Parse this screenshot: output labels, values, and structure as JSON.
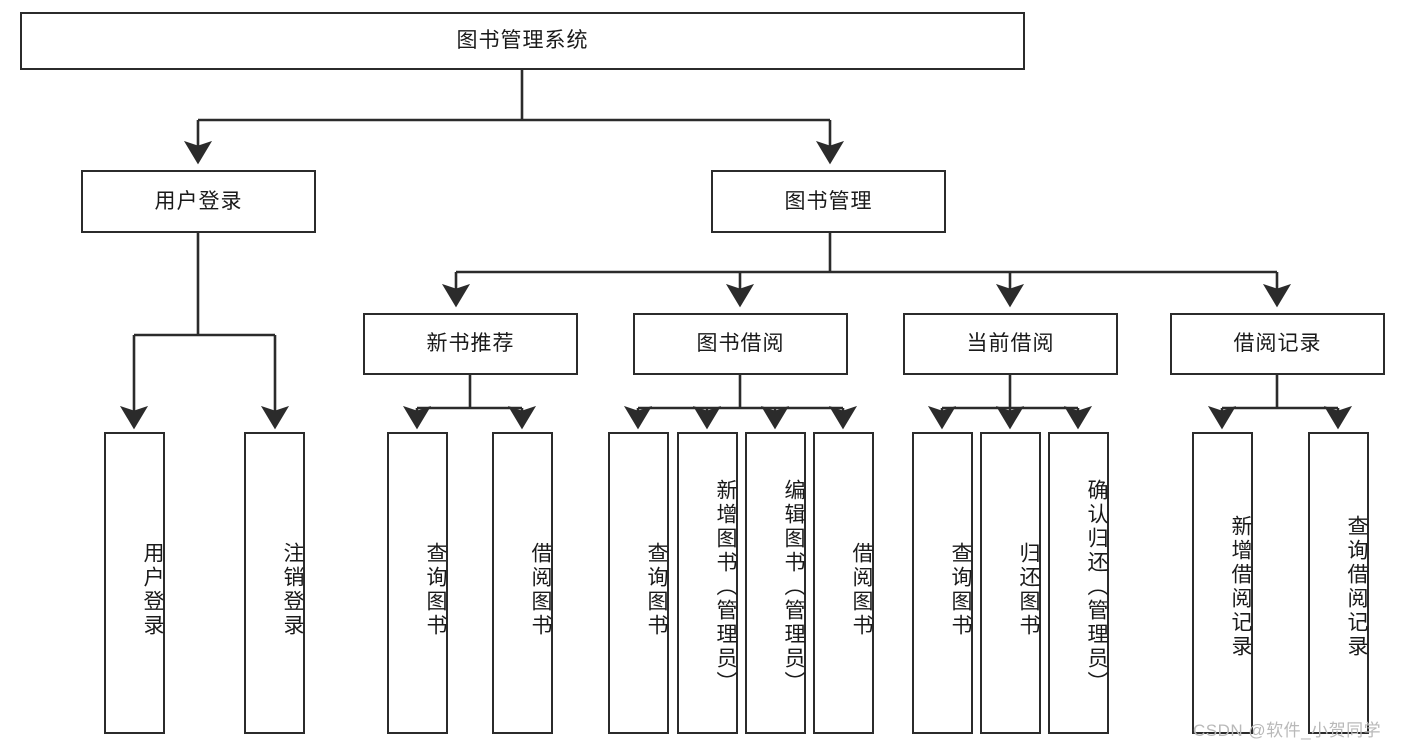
{
  "diagram": {
    "type": "hierarchy-tree",
    "title": "图书管理系统",
    "orientation": "top-down",
    "colors": {
      "stroke": "#2b2b2b",
      "fill": "#ffffff",
      "text": "#1a1a1a",
      "watermark": "#b9b9b9"
    },
    "root": {
      "id": "root",
      "label": "图书管理系统"
    },
    "level2": [
      {
        "id": "user-login",
        "label": "用户登录"
      },
      {
        "id": "book-manage",
        "label": "图书管理"
      }
    ],
    "level3": [
      {
        "id": "new-book-rec",
        "label": "新书推荐",
        "parent": "book-manage"
      },
      {
        "id": "book-borrow",
        "label": "图书借阅",
        "parent": "book-manage"
      },
      {
        "id": "current-borrow",
        "label": "当前借阅",
        "parent": "book-manage"
      },
      {
        "id": "borrow-record",
        "label": "借阅记录",
        "parent": "book-manage"
      }
    ],
    "leaves": [
      {
        "id": "leaf-user-login",
        "label": "用户登录",
        "parent": "user-login"
      },
      {
        "id": "leaf-logout",
        "label": "注销登录",
        "parent": "user-login"
      },
      {
        "id": "leaf-query-book-1",
        "label": "查询图书",
        "parent": "new-book-rec"
      },
      {
        "id": "leaf-borrow-book-1",
        "label": "借阅图书",
        "parent": "new-book-rec"
      },
      {
        "id": "leaf-query-book-2",
        "label": "查询图书",
        "parent": "book-borrow"
      },
      {
        "id": "leaf-add-book",
        "label": "新增图书（管理员）",
        "parent": "book-borrow"
      },
      {
        "id": "leaf-edit-book",
        "label": "编辑图书（管理员）",
        "parent": "book-borrow"
      },
      {
        "id": "leaf-borrow-book-2",
        "label": "借阅图书",
        "parent": "book-borrow"
      },
      {
        "id": "leaf-query-book-3",
        "label": "查询图书",
        "parent": "current-borrow"
      },
      {
        "id": "leaf-return-book",
        "label": "归还图书",
        "parent": "current-borrow"
      },
      {
        "id": "leaf-confirm-return",
        "label": "确认归还（管理员）",
        "parent": "current-borrow"
      },
      {
        "id": "leaf-add-record",
        "label": "新增借阅记录",
        "parent": "borrow-record"
      },
      {
        "id": "leaf-query-record",
        "label": "查询借阅记录",
        "parent": "borrow-record"
      }
    ],
    "watermark": "CSDN @软件_小贺同学"
  }
}
